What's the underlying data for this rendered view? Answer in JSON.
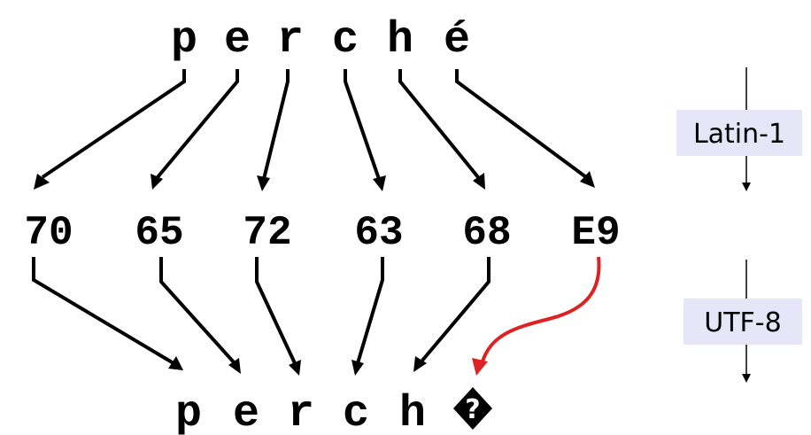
{
  "source_chars": [
    "p",
    "e",
    "r",
    "c",
    "h",
    "é"
  ],
  "byte_values": [
    "70",
    "65",
    "72",
    "63",
    "68",
    "E9"
  ],
  "decoded_chars": [
    "p",
    "e",
    "r",
    "c",
    "h"
  ],
  "replacement_glyph": "?",
  "encode_label": "Latin-1",
  "decode_label": "UTF-8",
  "colors": {
    "arrow": "#000000",
    "error_arrow": "#dd2222",
    "label_box": "#e6e6f8",
    "replacement_bg": "#000000",
    "replacement_fg": "#ffffff"
  }
}
